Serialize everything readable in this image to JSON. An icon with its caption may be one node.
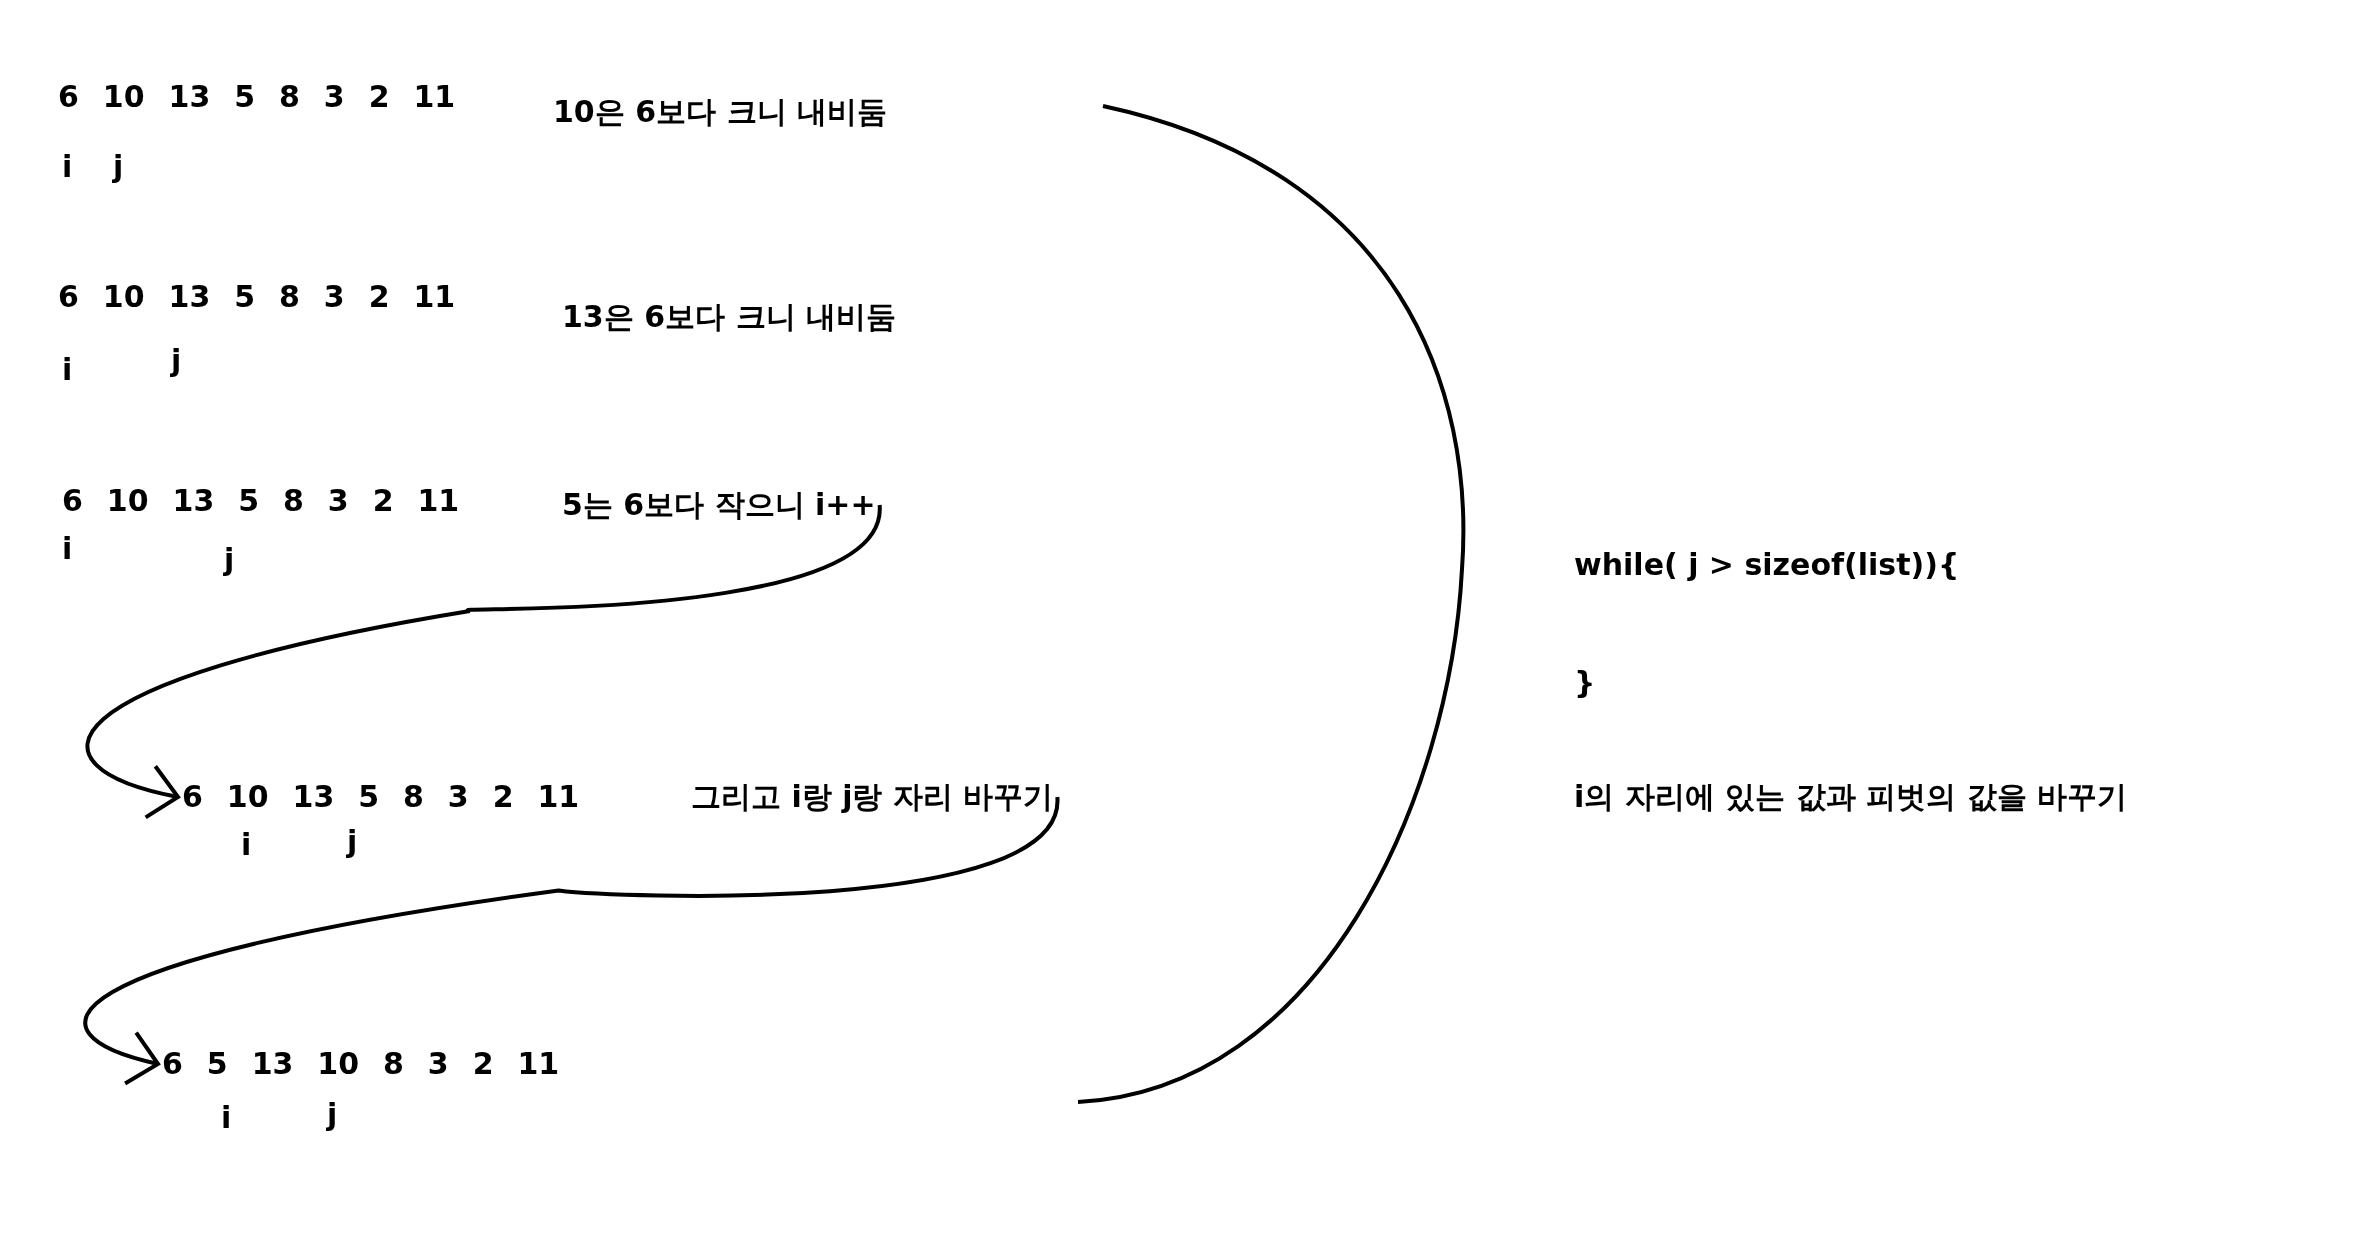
{
  "diagram": {
    "nodes": [
      {
        "text": [
          "6 10 13 5 8 3 2 11"
        ]
      },
      {
        "text": [
          "10은 6보다 크니 내비둠"
        ]
      },
      {
        "text": [
          "6 10 13 5 8 3 2 11"
        ]
      },
      {
        "text": [
          "13은 6보다 크니 내비둠"
        ]
      },
      {
        "text": [
          "6 10 13 5 8 3 2 11"
        ]
      },
      {
        "text": [
          "5는 6보다 작으니 i++"
        ]
      },
      {
        "text": [
          "6 10 13 5 8 3 2 11"
        ]
      },
      {
        "text": [
          "그리고 i랑 j랑 자리 바꾸기"
        ]
      },
      {
        "text": [
          "6 5 13 10 8 3 2 11"
        ]
      }
    ],
    "edges": [
      {
        "from": 5,
        "to": 6,
        "arrow": "to"
      },
      {
        "from": 7,
        "to": 8,
        "arrow": "to"
      }
    ],
    "labels": [
      "i",
      "j",
      "i",
      "j",
      "i",
      "j",
      "while( j > sizeof(list)){",
      "}",
      "i",
      "j",
      "i의 자리에 있는 값과 피벗의 값을 바꾸기",
      "i",
      "j"
    ]
  }
}
